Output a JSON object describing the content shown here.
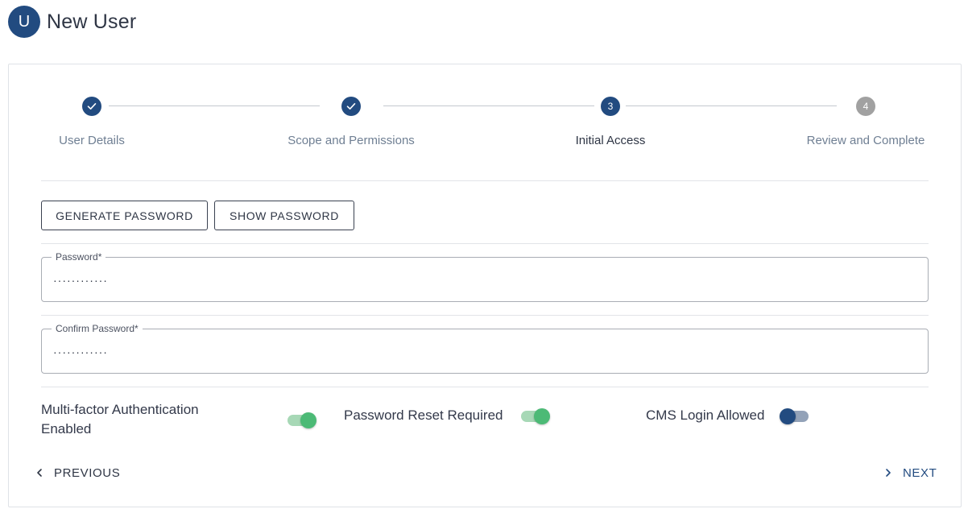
{
  "header": {
    "avatar_initial": "U",
    "title": "New User"
  },
  "stepper": {
    "steps": [
      {
        "label": "User Details",
        "number": "1",
        "state": "done"
      },
      {
        "label": "Scope and Permissions",
        "number": "2",
        "state": "done"
      },
      {
        "label": "Initial Access",
        "number": "3",
        "state": "active"
      },
      {
        "label": "Review and Complete",
        "number": "4",
        "state": "pending"
      }
    ]
  },
  "actions": {
    "generate_password": "GENERATE PASSWORD",
    "show_password": "SHOW PASSWORD"
  },
  "fields": {
    "password": {
      "label": "Password*",
      "value": "············"
    },
    "confirm_password": {
      "label": "Confirm Password*",
      "value": "············"
    }
  },
  "toggles": {
    "mfa": {
      "label_line1": "Multi-factor Authentication",
      "label_line2": "Enabled",
      "on": true
    },
    "password_reset": {
      "label": "Password Reset Required",
      "on": true
    },
    "cms_login": {
      "label": "CMS Login Allowed",
      "on": false
    }
  },
  "navigation": {
    "previous": "PREVIOUS",
    "next": "NEXT"
  },
  "colors": {
    "primary": "#224b80",
    "toggle_on": "#4cba76",
    "pending_step": "#a1a1a1"
  }
}
